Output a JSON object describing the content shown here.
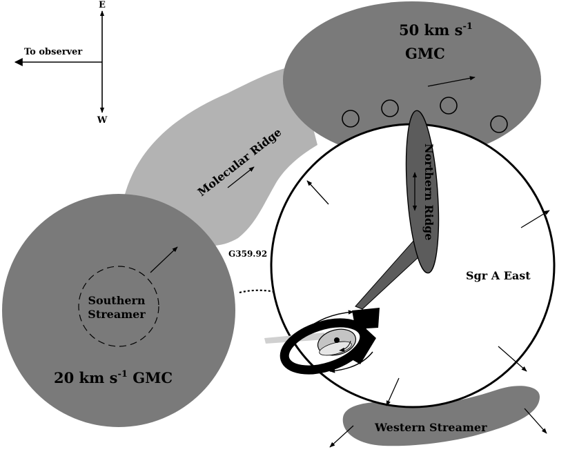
{
  "compass": {
    "east": "E",
    "west": "W",
    "observer": "To observer"
  },
  "clouds": {
    "gmc50": {
      "line1_num": "50 km s",
      "line1_exp": "-1",
      "line2": "GMC"
    },
    "gmc20": {
      "num": "20 km s",
      "exp": "-1",
      "suffix": " GMC"
    },
    "southern_streamer": {
      "line1": "Southern",
      "line2": "Streamer"
    },
    "molecular_ridge": "Molecular Ridge",
    "northern_ridge": "Northern Ridge",
    "western_streamer": "Western Streamer"
  },
  "sgr_a_east": "Sgr A East",
  "source": "G359.92",
  "sign": "+",
  "colors": {
    "cloud": "#7a7a7a",
    "ridge": "#b3b3b3",
    "northern_ridge": "#5c5c5c",
    "ring": "#000000",
    "background": "#ffffff"
  }
}
